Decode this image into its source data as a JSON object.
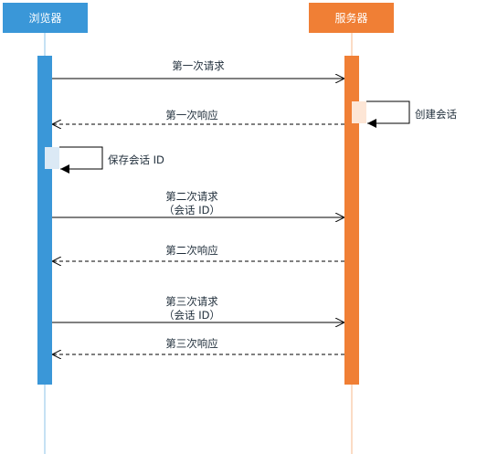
{
  "participants": {
    "browser": {
      "label": "浏览器",
      "color": "#3a97d8"
    },
    "server": {
      "label": "服务器",
      "color": "#f07f35"
    }
  },
  "messages": [
    {
      "id": "m1",
      "lines": [
        "第一次请求"
      ],
      "direction": "browser-to-server",
      "style": "solid"
    },
    {
      "id": "m2",
      "lines": [
        "第一次响应"
      ],
      "direction": "server-to-browser",
      "style": "dashed"
    },
    {
      "id": "m3",
      "lines": [
        "第二次请求",
        "（会话 ID）"
      ],
      "direction": "browser-to-server",
      "style": "solid"
    },
    {
      "id": "m4",
      "lines": [
        "第二次响应"
      ],
      "direction": "server-to-browser",
      "style": "dashed"
    },
    {
      "id": "m5",
      "lines": [
        "第三次请求",
        "（会话 ID）"
      ],
      "direction": "browser-to-server",
      "style": "solid"
    },
    {
      "id": "m6",
      "lines": [
        "第三次响应"
      ],
      "direction": "server-to-browser",
      "style": "dashed"
    }
  ],
  "self_calls": {
    "server_create": {
      "label": "创建会话"
    },
    "browser_save": {
      "label": "保存会话 ID"
    }
  },
  "colors": {
    "line": "#000000",
    "lifeline_browser": "#8cc3ea",
    "lifeline_server": "#f7b98b",
    "self_box_server": "#fde6d6",
    "self_box_browser": "#dbe9f5"
  }
}
